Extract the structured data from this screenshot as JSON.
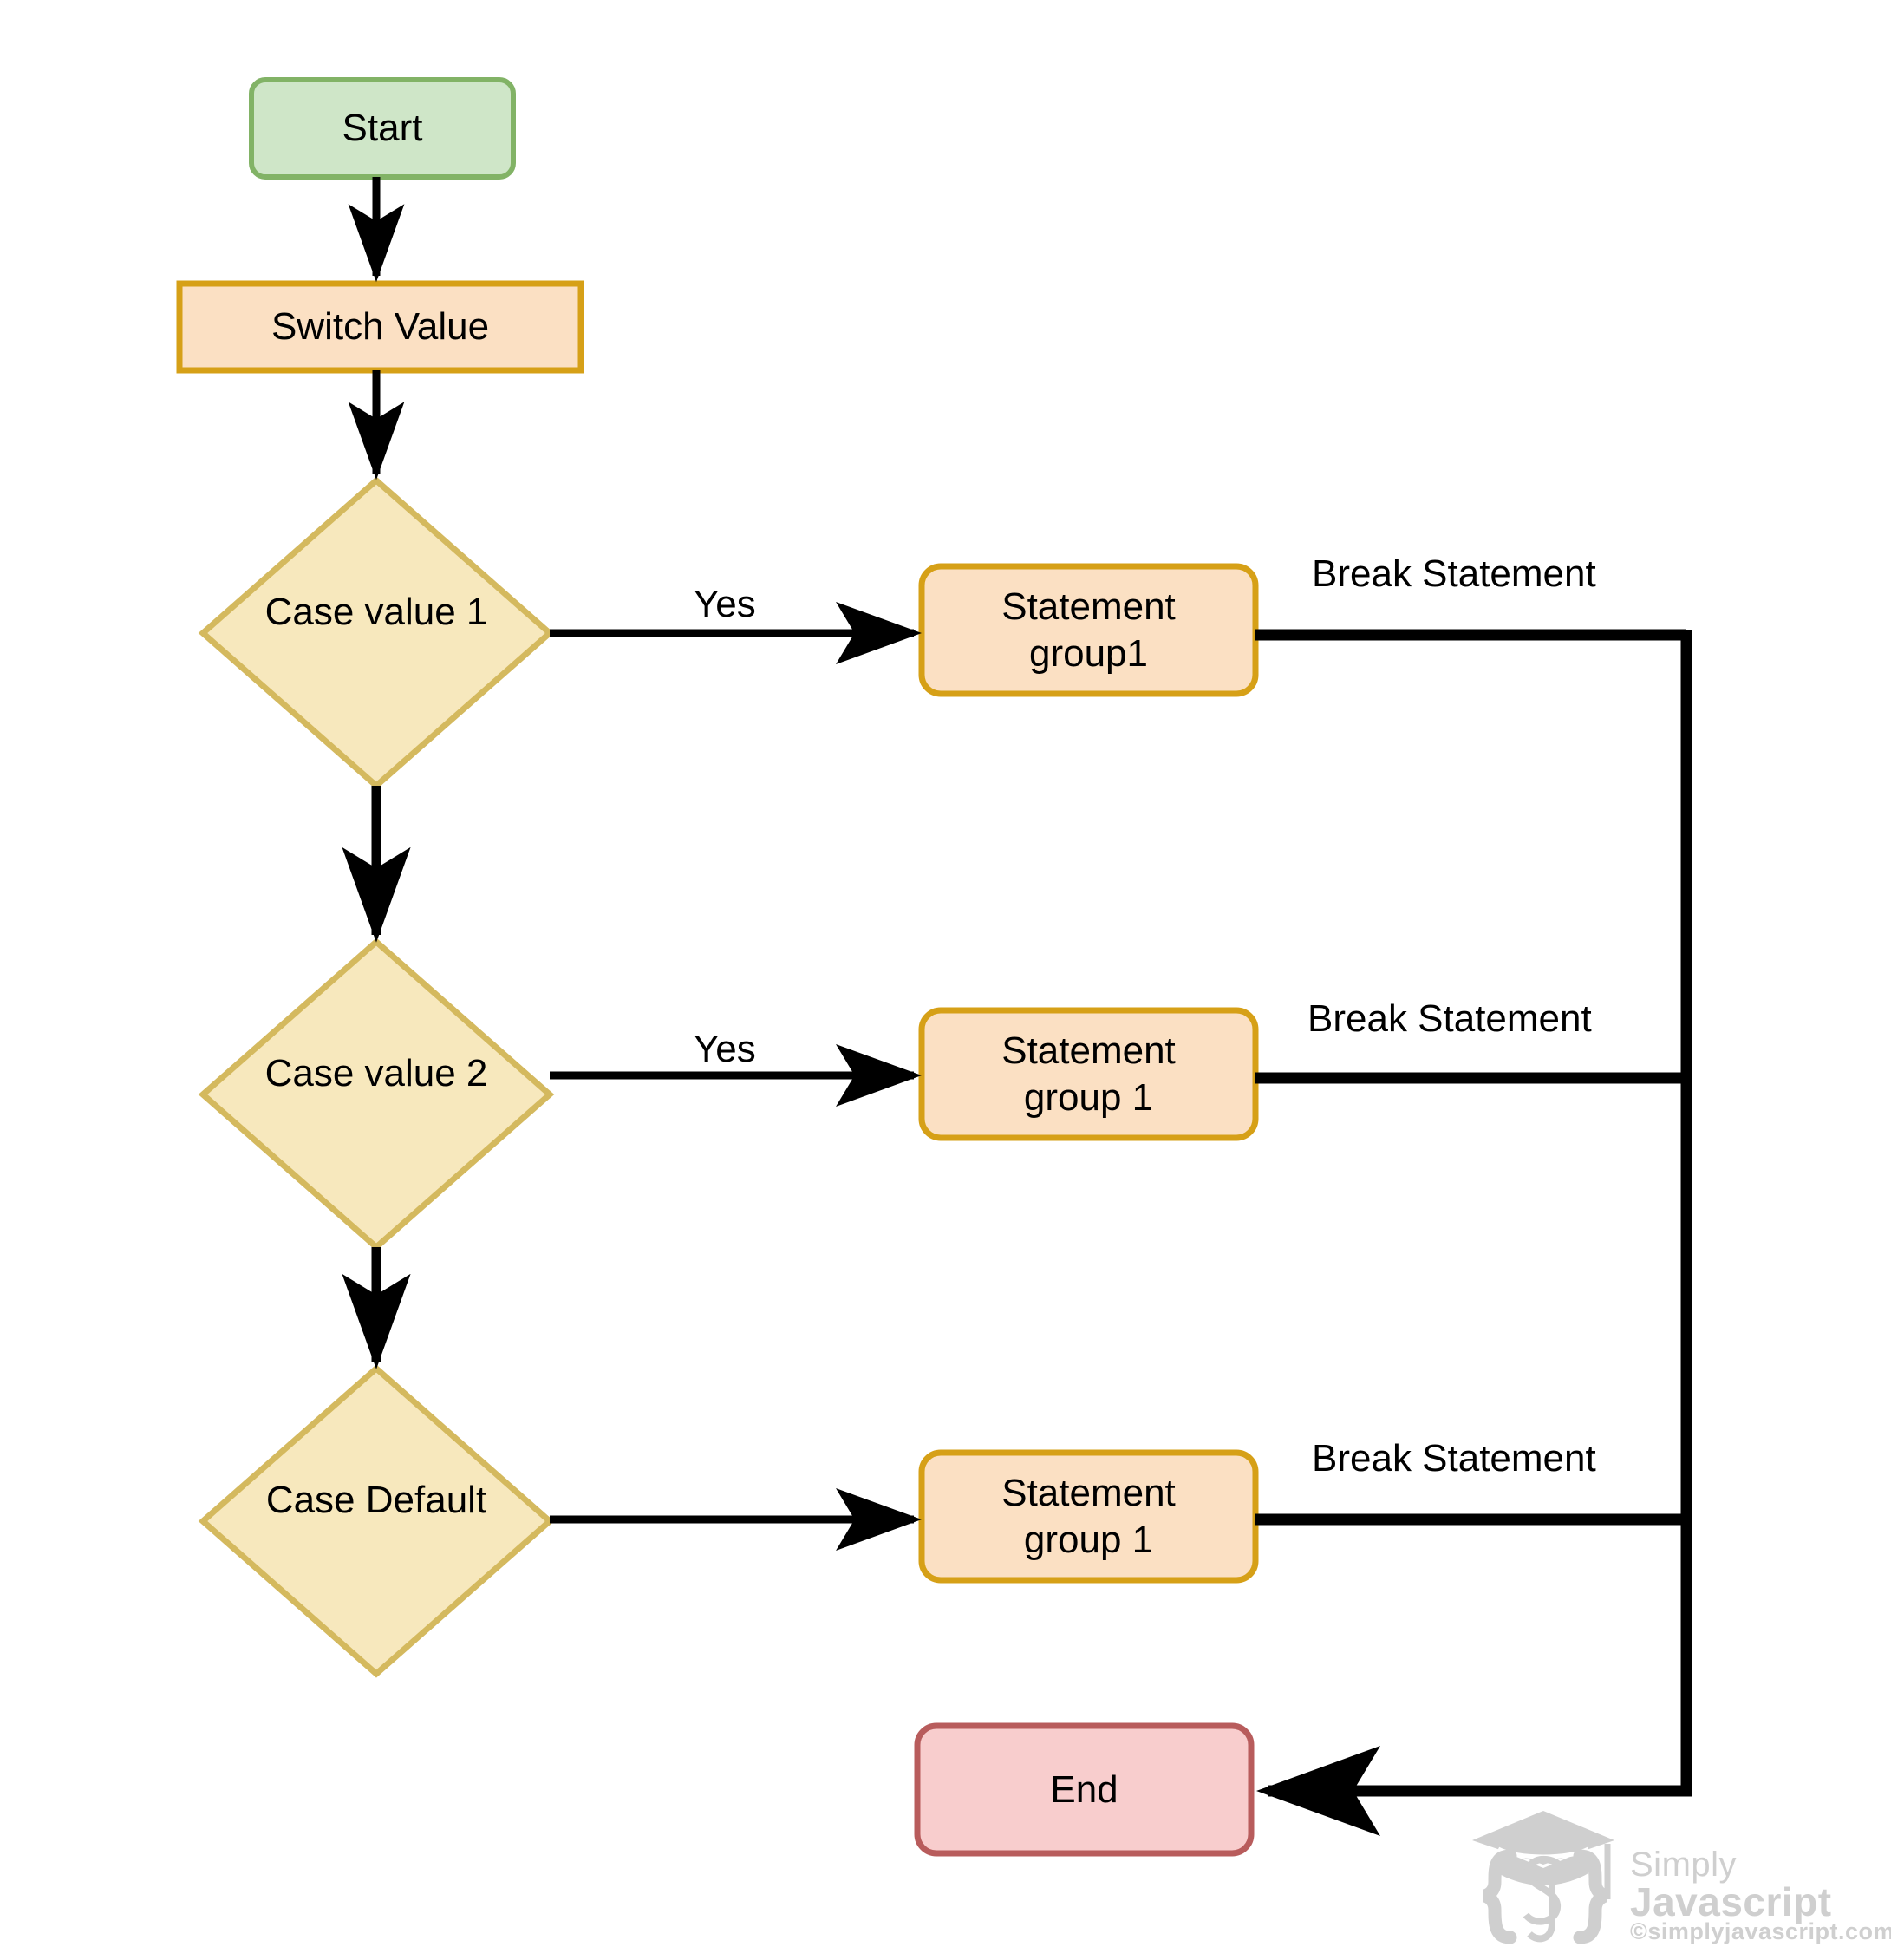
{
  "diagram": {
    "title": "Switch statement flowchart",
    "background": "#ffffff",
    "colors": {
      "start_fill": "#cfe6c8",
      "start_stroke": "#82b366",
      "process_fill": "#fbe0c3",
      "process_stroke": "#d6a017",
      "decision_fill": "#f7e8bd",
      "decision_stroke": "#d4b95e",
      "end_fill": "#f8cdcd",
      "end_stroke": "#b85c5c",
      "connector": "#000000"
    },
    "nodes": [
      {
        "id": "start",
        "shape": "rounded-rect",
        "label": "Start"
      },
      {
        "id": "switch",
        "shape": "rect",
        "label": "Switch Value"
      },
      {
        "id": "case1",
        "shape": "diamond",
        "label": "Case value 1"
      },
      {
        "id": "case2",
        "shape": "diamond",
        "label": "Case value 2"
      },
      {
        "id": "default",
        "shape": "diamond",
        "label": "Case Default"
      },
      {
        "id": "group1",
        "shape": "rounded-rect",
        "label": "Statement\ngroup1"
      },
      {
        "id": "group2",
        "shape": "rounded-rect",
        "label": "Statement\ngroup 1"
      },
      {
        "id": "group3",
        "shape": "rounded-rect",
        "label": "Statement\ngroup 1"
      },
      {
        "id": "end",
        "shape": "rounded-rect",
        "label": "End"
      }
    ],
    "edge_labels": [
      {
        "id": "yes1",
        "text": "Yes"
      },
      {
        "id": "yes2",
        "text": "Yes"
      },
      {
        "id": "break1",
        "text": "Break Statement"
      },
      {
        "id": "break2",
        "text": "Break Statement"
      },
      {
        "id": "break3",
        "text": "Break Statement"
      }
    ]
  },
  "watermark": {
    "line1": "Simply",
    "line2": "Javascript",
    "line3": "©simplyjavascript.com"
  }
}
